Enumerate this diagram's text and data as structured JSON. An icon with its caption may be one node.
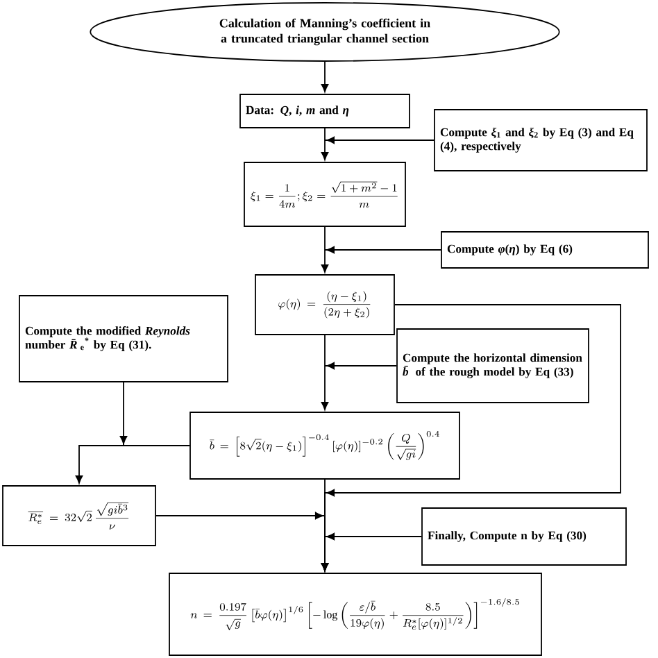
{
  "diagram": {
    "nodes": [
      {
        "text": [
          "Calculation of Manning’s coefficient in a truncated triangular channel section"
        ]
      },
      {
        "text": [
          "Data: *Q*, *i*, *m* and *η*"
        ]
      },
      {
        "text": [
          "Compute *ξ*$_{1}$ and *ξ*$_{2}$ by Eq (3) and Eq (4), respectively"
        ]
      },
      {
        "text": [
          "\\xi_1=\\frac{1}{4m};\\xi_2=\\frac{\\sqrt{1+m^2}-1}{m}"
        ]
      },
      {
        "text": [
          "Compute *φ*(*η*) by Eq (6)"
        ]
      },
      {
        "text": [
          "\\varphi(\\eta)=\\frac{(\\eta-\\xi_1)}{(2\\eta+\\xi_2)}"
        ]
      },
      {
        "text": [
          "Compute the modified *Reynolds* number *R̄*$_{e}$$^{*}$ by Eq (31)."
        ]
      },
      {
        "text": [
          "Compute the horizontal dimension *b̄* of the rough model by Eq (33)"
        ]
      },
      {
        "text": [
          "\\bar{b}=\\left[8\\sqrt{2}(\\eta-\\xi_1)\\right]^{-0.4}\\left[\\varphi(\\eta)\\right]^{-0.2}\\left(\\frac{Q}{\\sqrt{gi}}\\right)^{0.4}"
        ]
      },
      {
        "text": [
          "\\overline{R_e^*}=32\\sqrt{2}\\,\\frac{\\sqrt{gi\\bar{b}^3}}{\\nu}"
        ]
      },
      {
        "text": [
          "Finally, Compute n by Eq (30)"
        ]
      },
      {
        "text": [
          "n=\\frac{0.197}{\\sqrt{g}}\\left[\\bar{b}\\varphi(\\eta)\\right]^{1/6}\\left[-\\log\\left(\\frac{\\varepsilon/\\bar{b}}{19\\varphi(\\eta)}+\\frac{8.5}{R_e^*[\\varphi(\\eta)]^{1/2}}\\right)\\right]^{-1.6/8.5}"
        ]
      }
    ],
    "edges": [
      {
        "from": 0,
        "to": 1,
        "arrow": "to"
      },
      {
        "from": 1,
        "to": 3,
        "arrow": "to"
      },
      {
        "from": 2,
        "to": 3,
        "arrow": "to"
      },
      {
        "from": 3,
        "to": 5,
        "arrow": "to"
      },
      {
        "from": 4,
        "to": 5,
        "arrow": "to"
      },
      {
        "from": 5,
        "to": 11,
        "arrow": "to"
      },
      {
        "from": 5,
        "to": 8,
        "arrow": "to"
      },
      {
        "from": 7,
        "to": 8,
        "arrow": "to"
      },
      {
        "from": 6,
        "to": 9,
        "arrow": "to"
      },
      {
        "from": 8,
        "to": 9,
        "arrow": "to"
      },
      {
        "from": 8,
        "to": 11,
        "arrow": "to"
      },
      {
        "from": 9,
        "to": 11,
        "arrow": "to"
      },
      {
        "from": 10,
        "to": 11,
        "arrow": "to"
      }
    ]
  }
}
